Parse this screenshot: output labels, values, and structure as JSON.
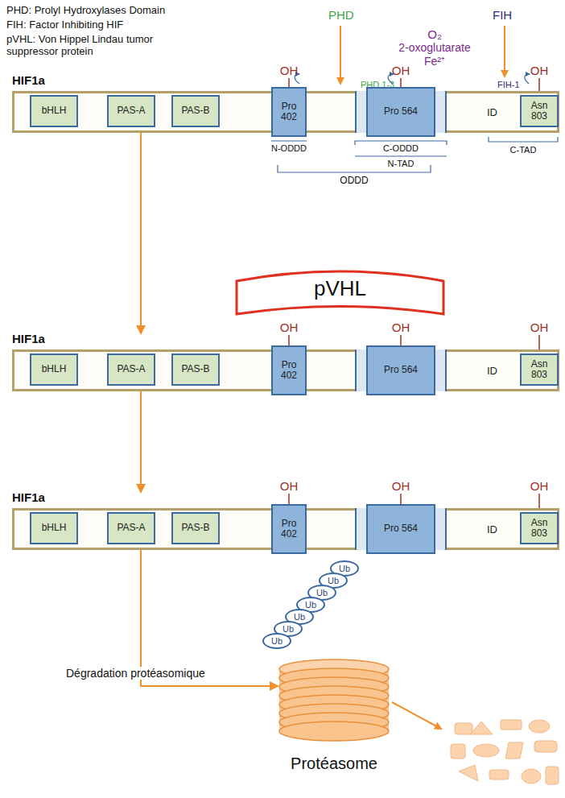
{
  "diagram": {
    "nodes": [
      {
        "text": [
          "HIF1a",
          "ID"
        ]
      },
      {
        "text": [
          "bHLH"
        ],
        "in": 0
      },
      {
        "text": [
          "PAS-A"
        ],
        "in": 0
      },
      {
        "text": [
          "PAS-B"
        ],
        "in": 0
      },
      {
        "text": [
          "Pro 402"
        ],
        "in": 0
      },
      {
        "text": [
          "Pro 564"
        ],
        "in": 0
      },
      {
        "text": [
          "Asn 803"
        ],
        "in": 0
      },
      {
        "text": [
          "pVHL"
        ]
      },
      {
        "text": [
          "HIF1a",
          "ID"
        ]
      },
      {
        "text": [
          "bHLH"
        ],
        "in": 8
      },
      {
        "text": [
          "PAS-A"
        ],
        "in": 8
      },
      {
        "text": [
          "PAS-B"
        ],
        "in": 8
      },
      {
        "text": [
          "Pro 402"
        ],
        "in": 8
      },
      {
        "text": [
          "Pro 564"
        ],
        "in": 8
      },
      {
        "text": [
          "Asn 803"
        ],
        "in": 8
      },
      {
        "text": [
          "HIF1a",
          "ID"
        ]
      },
      {
        "text": [
          "bHLH"
        ],
        "in": 15
      },
      {
        "text": [
          "PAS-A"
        ],
        "in": 15
      },
      {
        "text": [
          "PAS-B"
        ],
        "in": 15
      },
      {
        "text": [
          "Pro 402"
        ],
        "in": 15
      },
      {
        "text": [
          "Pro 564"
        ],
        "in": 15
      },
      {
        "text": [
          "Asn 803"
        ],
        "in": 15
      },
      {
        "text": [
          "Ub"
        ]
      },
      {
        "text": [
          "Ub"
        ]
      },
      {
        "text": [
          "Ub"
        ]
      },
      {
        "text": [
          "Ub"
        ]
      },
      {
        "text": [
          "Ub"
        ]
      },
      {
        "text": [
          "Ub"
        ]
      },
      {
        "text": [
          "Ub"
        ]
      },
      {
        "text": [
          "Protéasome"
        ]
      }
    ],
    "edges": [
      {
        "from": 0,
        "to": 8,
        "arrow": "to"
      },
      {
        "from": 8,
        "to": 15,
        "arrow": "to"
      },
      {
        "from": 15,
        "to": 29,
        "label": "Dégradation protéasomique",
        "arrow": "to"
      }
    ],
    "labels": [
      "PHD: Prolyl Hydroxylases Domain",
      "FIH: Factor Inhibiting HIF",
      "pVHL: Von Hippel Lindau tumor suppressor protein",
      "PHD",
      "FIH",
      "O₂",
      "2-oxoglutarate",
      "Fe²⁺",
      "OH",
      "OH",
      "OH",
      "PHD 1-3",
      "FIH-1",
      "N-ODDD",
      "C-ODDD",
      "N-TAD",
      "ODDD",
      "C-TAD",
      "OH",
      "OH",
      "OH",
      "OH",
      "OH",
      "OH"
    ]
  }
}
